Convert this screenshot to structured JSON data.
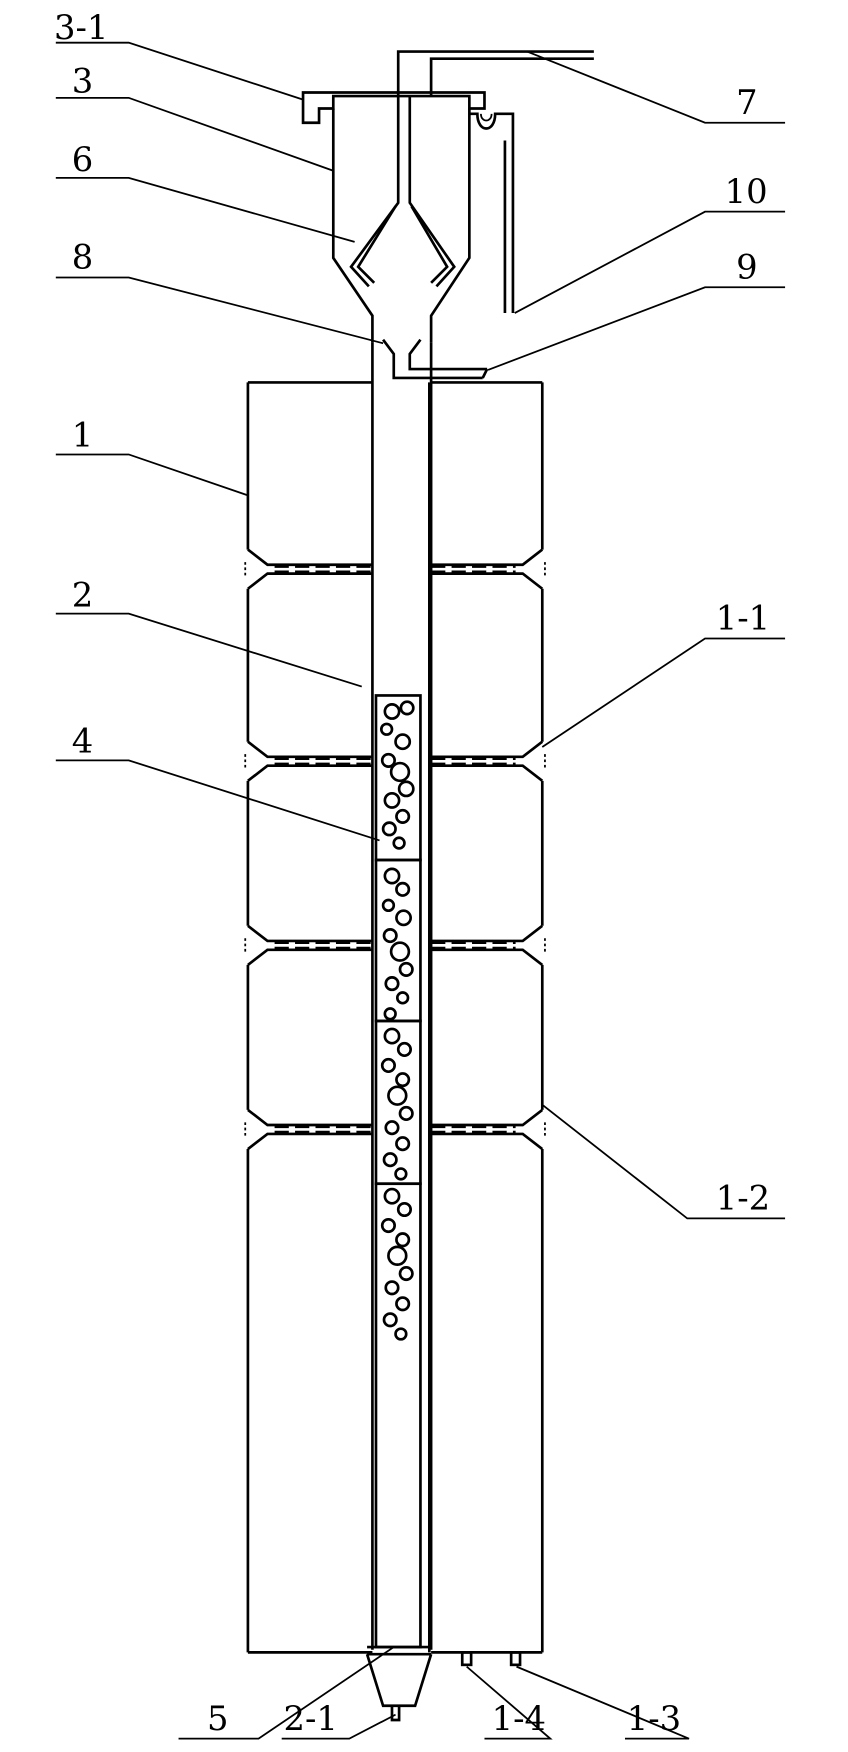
{
  "labels": {
    "l3_1": "3-1",
    "l3": "3",
    "l6": "6",
    "l8": "8",
    "l1": "1",
    "l2": "2",
    "l4": "4",
    "l7": "7",
    "l10": "10",
    "l9": "9",
    "l1_1": "1-1",
    "l1_2": "1-2",
    "l5": "5",
    "l2_1": "2-1",
    "l1_4": "1-4",
    "l1_3": "1-3"
  },
  "colors": {
    "line": "#000000",
    "background": "#ffffff"
  }
}
